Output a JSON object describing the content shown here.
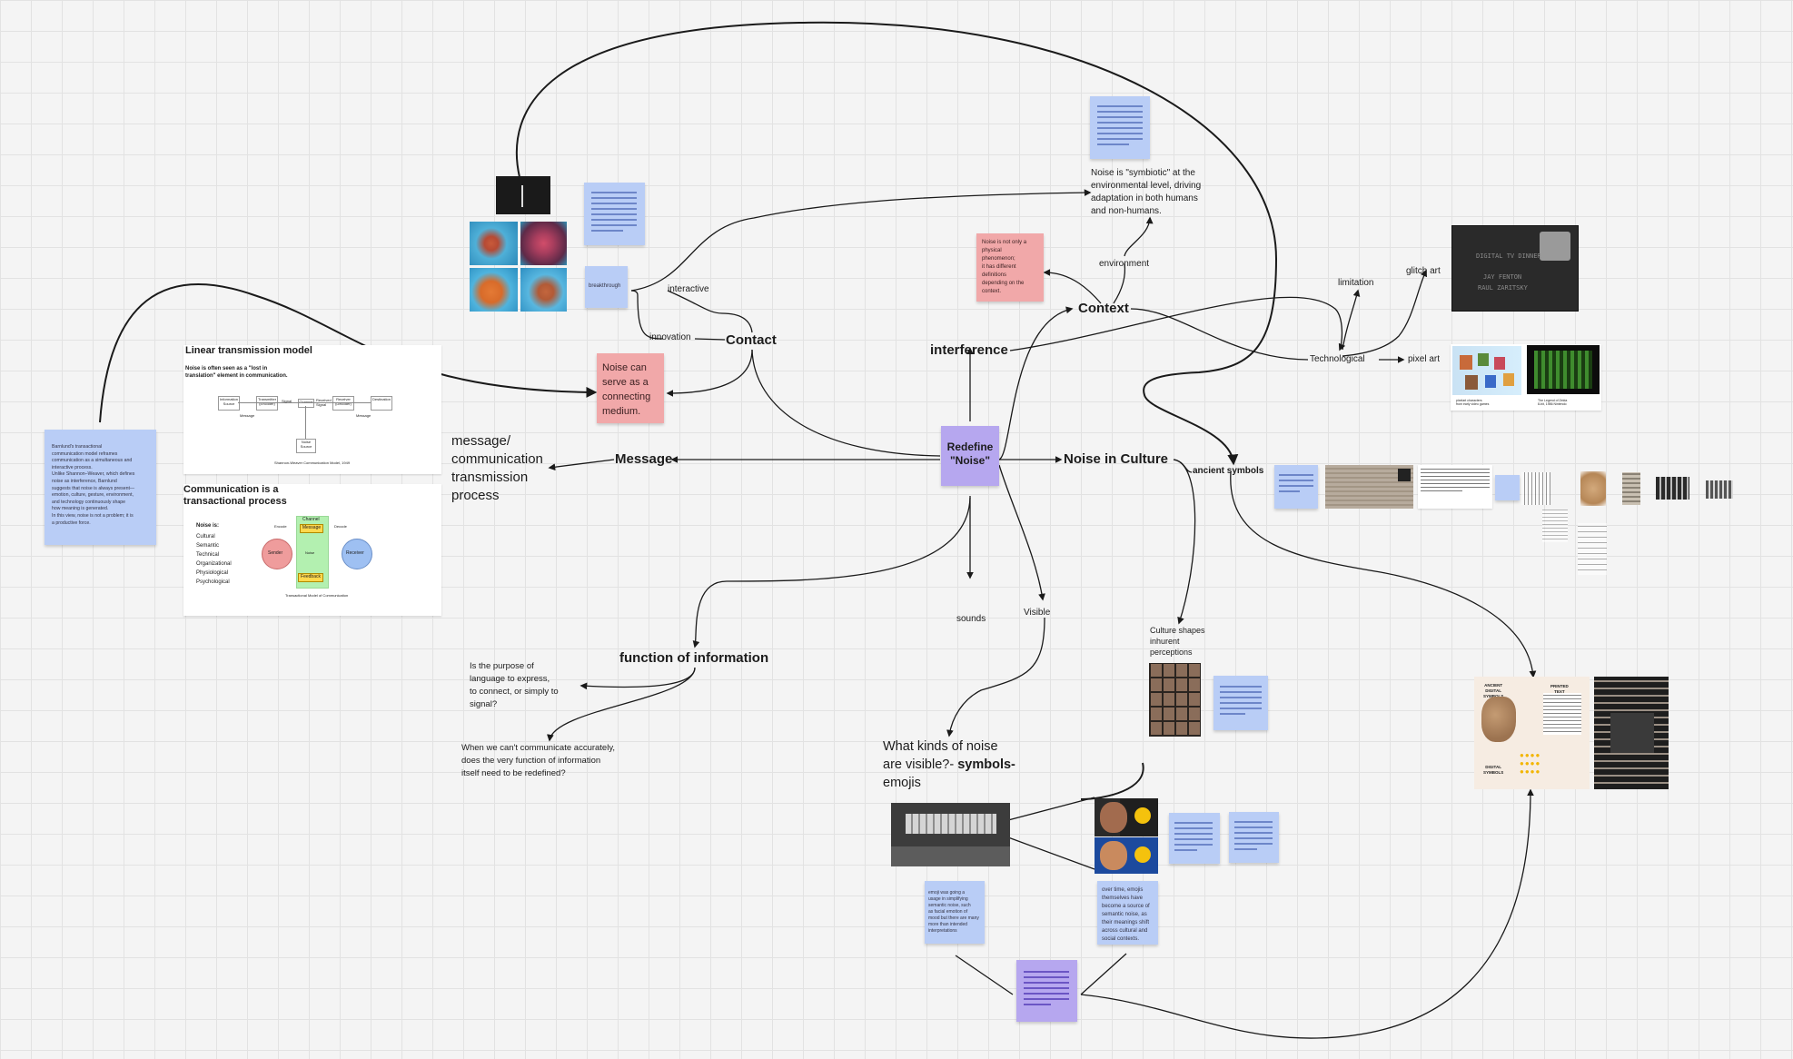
{
  "central": {
    "label": "Redefine \"Noise\"",
    "color": "#b6a7ef"
  },
  "branches": {
    "message": "Message",
    "message_note": "message/\ncommunication\ntransmission\nprocess",
    "contact": "Contact",
    "interference": "interference",
    "context": "Context",
    "noise_in_culture": "Noise in Culture",
    "ancient_symbols": "ancient symbols",
    "function_of_information": "function of information",
    "sounds": "sounds",
    "visible": "Visible",
    "interactive": "interactive",
    "innovation": "innovation",
    "environment": "environment",
    "technological": "Technological",
    "limitation": "limitation",
    "glitch_art": "glitch art",
    "pixel_art": "pixel art",
    "culture_shapes": "Culture shapes\ninhurent\nperceptions"
  },
  "notes": {
    "symbiotic": "Noise is \"symbiotic\" at the\nenvironmental level, driving\nadaptation in both humans\nand non-humans.",
    "connecting_medium": "Noise can\nserve as a\nconnecting\nmedium.",
    "definitions": "Noise is not only a\nphysical\nphenomenon;\nit has different\ndefinitions\ndepending on the\ncontext.",
    "breakthrough": "breakthrough",
    "purpose_question": "Is the purpose of\nlanguage to express,\nto connect, or simply to\nsignal?",
    "function_question": "When we can't communicate accurately,\ndoes the very function of information\nitself need to be redefined?",
    "visible_noise_plain": "What kinds of noise\nare visible?- ",
    "visible_noise_bold": "symbols-",
    "visible_noise_tail": "emojis",
    "barnlund": "Barnlund's transactional\ncommunication model reframes\ncommunication as a simultaneous and\ninteractive process.\nUnlike Shannon–Weaver, which defines\nnoise as interference, Barnlund\nsuggests that noise is always present—\nemotion, culture, gesture, environment,\nand technology continuously shape\nhow meaning is generated.\nIn this view, noise is not a problem; it is\na productive force.",
    "emoji_left": "emoji was going a\nusage in simplifying\nsemantic noise, such\nas facial emotion of\nmood but there are many\nmore than intended\ninterpretations",
    "emoji_right": "over time, emojis\nthemselves have\nbecome a source of\nsemantic noise, as\ntheir meanings shift\nacross cultural and\nsocial contexts."
  },
  "linear_model": {
    "title": "Linear transmission model",
    "subtitle": "Noise is often seen as a \"lost in\ntranslation\" element in communication.",
    "boxes": [
      "Information\nSource",
      "Transmitter\n(Encoder)",
      "Channel",
      "Receiver\n(Decoder)",
      "Destination"
    ],
    "noise_box": "Noise\nSource",
    "labels": [
      "Message",
      "Signal",
      "Received\nSignal",
      "Message"
    ],
    "caption": "Shannon-Weaver Communication Model, 1949"
  },
  "transactional": {
    "title": "Communication is a\ntransactional process",
    "noise_heading": "Noise is:",
    "noise_types": [
      "Cultural",
      "Semantic",
      "Technical",
      "Organizational",
      "Physiological",
      "Psychological"
    ],
    "sender": "Sender",
    "receiver": "Receiver",
    "channel": "Channel",
    "message": "Message",
    "feedback": "Feedback",
    "noise": "Noise",
    "encode": "Encode",
    "decode": "Decode",
    "caption": "Transactional Model of Communication"
  },
  "tv_card": {
    "line1": "DIGITAL TV DINNER",
    "line2": "JAY   FENTON",
    "line3": "RAUL ZARITSKY"
  },
  "pixel_captions": [
    "pixelart characters\nfrom early video games",
    "The Legend of Zelda\n8-bit, 1986 Nintendo"
  ],
  "symbols_diagram": {
    "ancient": "ANCIENT\nDIGITAL\nSYMBOLS",
    "printed": "PRINTED\nTEXT",
    "digital": "DIGITAL\nSYMBOLS"
  },
  "colors": {
    "sticky_blue": "#b9cdf6",
    "sticky_pink": "#f1a8a9",
    "sticky_purple": "#b6a7ef",
    "connector": "#1a1a1a",
    "grid": "#e2e2e2"
  },
  "icons": [
    "image-thumbnail",
    "tv-card",
    "document-card"
  ]
}
